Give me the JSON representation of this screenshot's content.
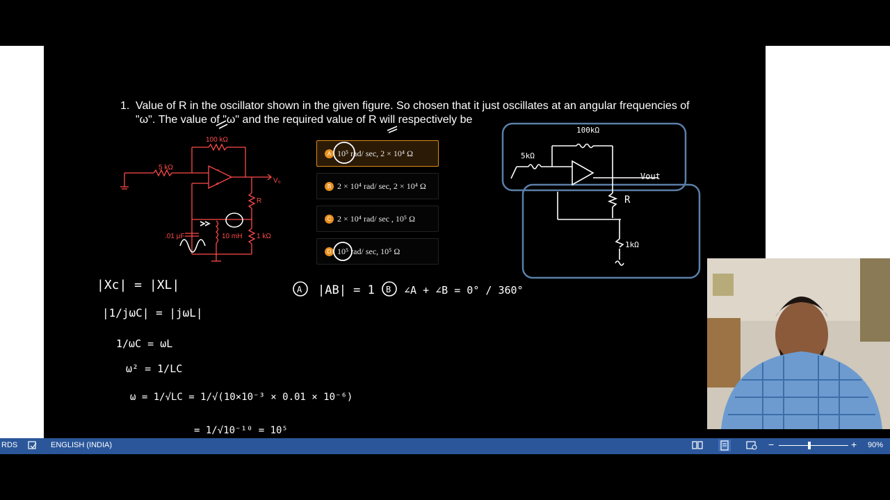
{
  "question": {
    "number": "1.",
    "text": "Value of R in the oscillator shown in the given figure. So chosen that it just oscillates at an angular frequencies of \"ω\". The value of \"ω\" and the required value of R will respectively be"
  },
  "circuit": {
    "r_feedback": "100 kΩ",
    "r_input": "5 kΩ",
    "r_var": "R",
    "capacitor": ".01 μF",
    "inductor": "10 mH",
    "r_ground": "1 kΩ",
    "output": "V₀"
  },
  "options": [
    {
      "badge": "A",
      "label": "10⁵ rad/ sec, 2 × 10⁴ Ω",
      "selected": true
    },
    {
      "badge": "B",
      "label": "2 × 10⁴ rad/ sec, 2 × 10⁴ Ω",
      "selected": false
    },
    {
      "badge": "C",
      "label": "2 × 10⁴ rad/ sec , 10⁵ Ω",
      "selected": false
    },
    {
      "badge": "D",
      "label": "10⁵ rad/ sec, 10⁵ Ω",
      "selected": false
    }
  ],
  "annotations": {
    "sketch_r_feedback": "100kΩ",
    "sketch_r_input": "5kΩ",
    "sketch_output": "Vout",
    "sketch_r": "R",
    "sketch_r_ground": "1kΩ",
    "condition_a": "|AB| = 1",
    "condition_b": "∠A + ∠B = 0° / 360°",
    "eq1": "|Xc| = |XL|",
    "eq2": "|1/jωC| = |jωL|",
    "eq3": "1/ωC = ωL",
    "eq4": "ω² = 1/LC",
    "eq5": "ω = 1/√LC = 1/√(10×10⁻³ × 0.01 × 10⁻⁶)",
    "eq6": "= 1/√10⁻¹⁰ = 10⁵"
  },
  "statusbar": {
    "words": "RDS",
    "language": "ENGLISH (INDIA)",
    "zoom": "90%"
  },
  "colors": {
    "circuit": "#ff4a4a",
    "accent": "#e8901f",
    "statusbar": "#2b579a",
    "sketch_box": "#5b7fa8"
  }
}
